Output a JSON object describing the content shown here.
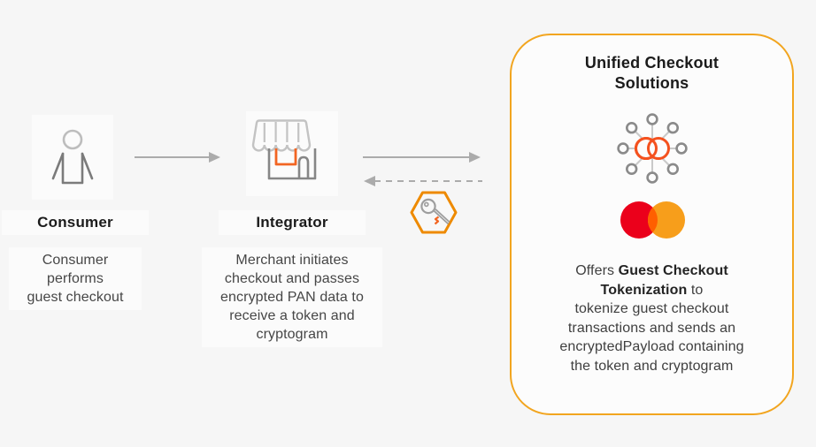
{
  "diagram": {
    "consumer": {
      "title": "Consumer",
      "desc_lines": [
        "Consumer",
        "performs",
        "guest checkout"
      ]
    },
    "integrator": {
      "title": "Integrator",
      "desc_lines": [
        "Merchant initiates",
        "checkout and passes",
        "encrypted PAN data to",
        "receive a token and",
        "cryptogram"
      ]
    },
    "unified_checkout": {
      "title": "Unified Checkout Solutions",
      "desc_normal_1": "Offers ",
      "desc_bold_1": "Guest Checkout",
      "desc_bold_2": "Tokenization",
      "desc_normal_2": " to",
      "desc_lines": [
        "tokenize guest checkout",
        "transactions and sends an",
        "encryptedPayload containing",
        "the token and cryptogram"
      ]
    },
    "connectors": {
      "consumer_to_integrator": {
        "style": "solid",
        "direction": "right"
      },
      "integrator_to_ucs": {
        "style": "solid",
        "direction": "right"
      },
      "ucs_to_integrator": {
        "style": "dashed",
        "direction": "left"
      }
    },
    "icons": {
      "consumer": "person-icon",
      "integrator": "storefront-icon",
      "network": "network-nodes-icon",
      "brand": "mastercard-logo",
      "token_badge": "key-in-hexagon-icon"
    },
    "colors": {
      "background": "#f6f6f6",
      "box_border": "#F2A51F",
      "accent_orange": "#F26522",
      "network_orange": "#F4511E",
      "mastercard_red": "#EB001B",
      "mastercard_orange": "#F79E1B",
      "mastercard_overlap": "#FF5F00",
      "arrow_gray": "#ABABAB",
      "heading_text": "#1b1b1b",
      "body_text": "#464646"
    }
  }
}
